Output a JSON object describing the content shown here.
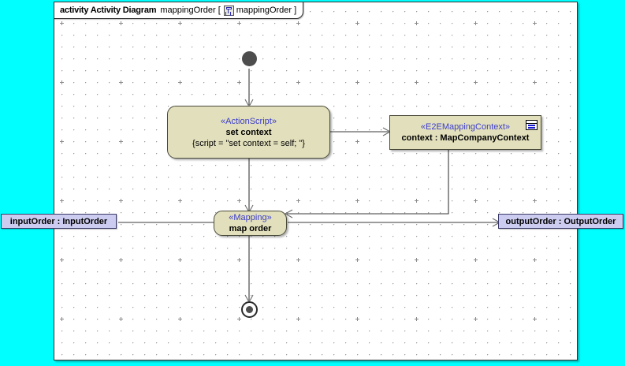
{
  "canvas": {
    "background_color": "#00ffff",
    "frame_background": "#ffffff"
  },
  "frame_header": {
    "kind_label": "activity Activity Diagram",
    "diagram_name": "mappingOrder",
    "bracket_open": "[",
    "bracket_close": "]",
    "qualified_name": "mappingOrder",
    "icon": "activity-diagram-icon"
  },
  "nodes": {
    "initial": {
      "name": "initial-node",
      "color": "#4d4d4d"
    },
    "set_context": {
      "stereotype": "«ActionScript»",
      "name": "set context",
      "constraint": "{script = \"set context = self; \"}",
      "fill_color": "#e2e0bc",
      "stereotype_color": "#3b3bcc"
    },
    "context_object": {
      "stereotype": "«E2EMappingContext»",
      "name": "context : MapCompanyContext",
      "fill_color": "#e2e0bc",
      "stereotype_color": "#3b3bcc",
      "icon": "properties-list-icon"
    },
    "map_order": {
      "stereotype": "«Mapping»",
      "name": "map order",
      "fill_color": "#e2e0bc",
      "stereotype_color": "#3b3bcc"
    },
    "input_order": {
      "label": "inputOrder : InputOrder",
      "fill_color": "#ccccf0"
    },
    "output_order": {
      "label": "outputOrder : OutputOrder",
      "fill_color": "#ccccf0"
    },
    "final": {
      "name": "activity-final-node",
      "color": "#4d4d4d"
    }
  },
  "edges": [
    {
      "name": "initial-to-set-context",
      "from": "initial",
      "to": "set context"
    },
    {
      "name": "set-context-to-map-order",
      "from": "set context",
      "to": "map order"
    },
    {
      "name": "set-context-to-context-object",
      "from": "set context",
      "to": "context : MapCompanyContext"
    },
    {
      "name": "context-object-to-map-order",
      "from": "context : MapCompanyContext",
      "to": "map order"
    },
    {
      "name": "input-order-to-map-order",
      "from": "inputOrder : InputOrder",
      "to": "map order"
    },
    {
      "name": "map-order-to-output-order",
      "from": "map order",
      "to": "outputOrder : OutputOrder"
    },
    {
      "name": "map-order-to-final",
      "from": "map order",
      "to": "final"
    }
  ]
}
